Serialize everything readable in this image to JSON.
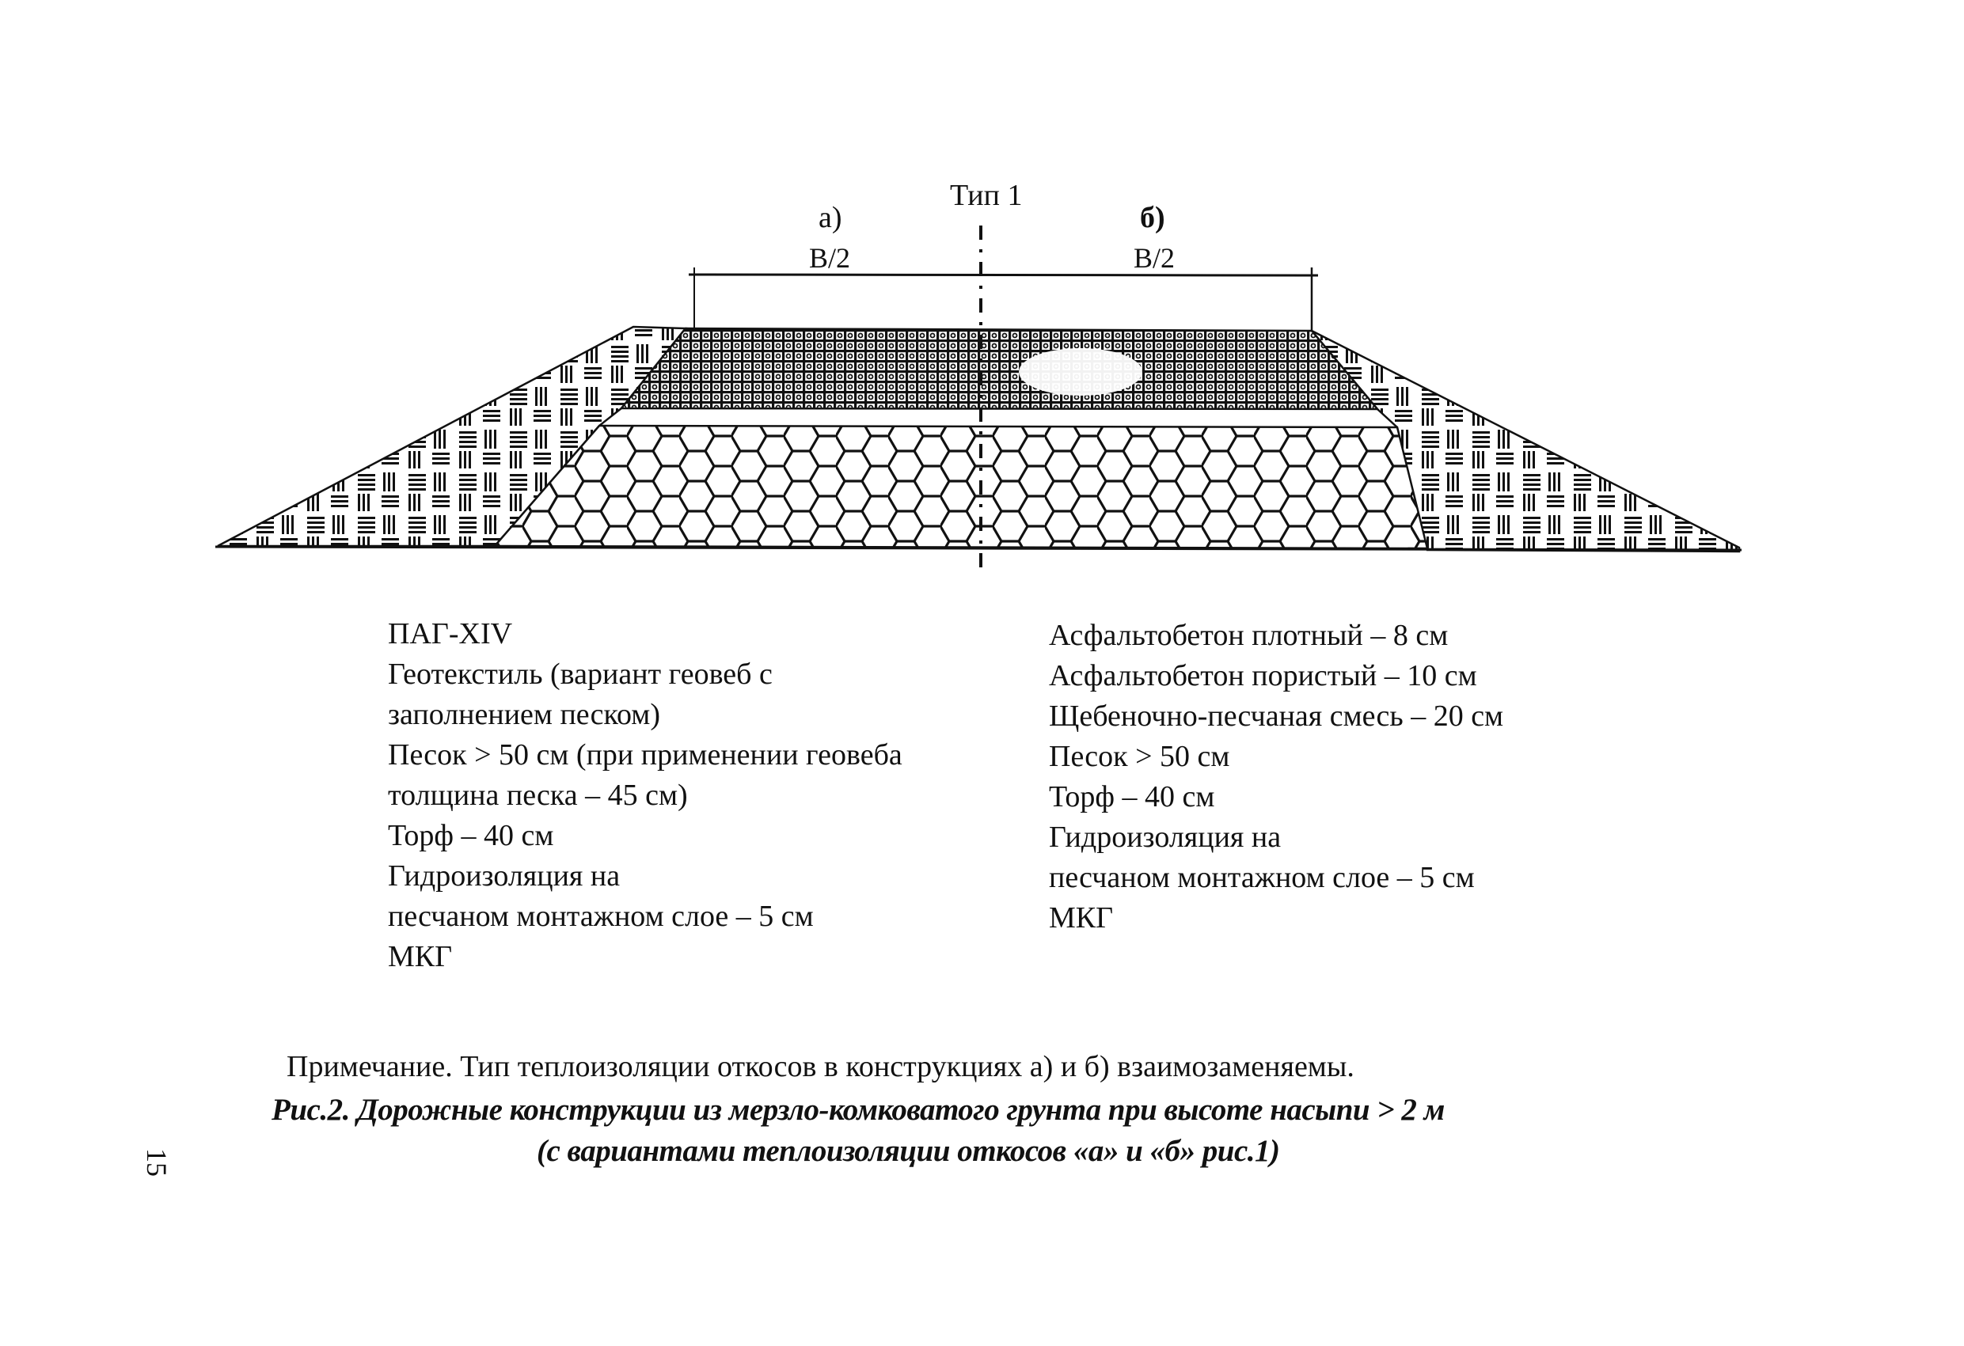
{
  "diagram": {
    "title_label": "Тип 1",
    "variant_a_label": "а)",
    "variant_b_label": "б)",
    "dim_left_label": "В/2",
    "dim_right_label": "В/2",
    "layers": [
      {
        "name": "asphalt-concrete-pavement",
        "pattern": "dense-grid"
      },
      {
        "name": "embankment-frozen-lumpy-soil",
        "pattern": "hexagon"
      },
      {
        "name": "slope-thermal-insulation",
        "pattern": "basketweave"
      }
    ],
    "colors": {
      "ink": "#111111",
      "paper": "#ffffff"
    }
  },
  "legend_left": {
    "lines": [
      "ПАГ-XIV",
      "Геотекстиль (вариант геовеб с",
      "заполнением песком)",
      "Песок > 50 см (при применении геовеба",
      "толщина песка – 45 см)",
      "Торф – 40 см",
      "Гидроизоляция на",
      "песчаном монтажном слое – 5 см",
      "МКГ"
    ]
  },
  "legend_right": {
    "lines": [
      "Асфальтобетон плотный – 8 см",
      "Асфальтобетон пористый – 10 см",
      "Щебеночно-песчаная смесь – 20 см",
      "Песок > 50 см",
      "Торф – 40 см",
      "Гидроизоляция на",
      "песчаном монтажном слое – 5 см",
      "МКГ"
    ]
  },
  "note": "Примечание. Тип теплоизоляции откосов в конструкциях  а) и б) взаимозаменяемы.",
  "caption": {
    "line1": "Рис.2. Дорожные конструкции из мерзло-комковатого грунта при высоте насыпи  > 2 м",
    "line2": "(с вариантами теплоизоляции откосов «а» и «б» рис.1)"
  },
  "page_number": "15"
}
